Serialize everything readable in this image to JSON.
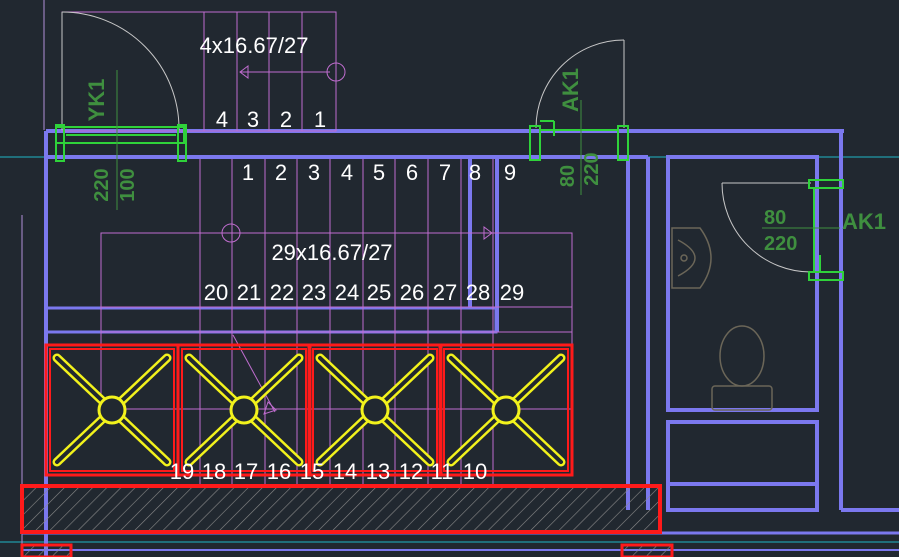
{
  "colors": {
    "background": "#212830",
    "wall": "#7b78ee",
    "stair_lines": "#c06dcf",
    "column_red": "#ff1a1a",
    "column_cross": "#f2f21c",
    "door_green": "#2fd23a",
    "tag_green": "#3f8f3f",
    "door_arc": "#c8c8c8",
    "fixture": "#6b6658",
    "text_white": "#ffffff",
    "axis_cyan": "#1fb6c6"
  },
  "upper_flight": {
    "spec": "4x16.67/27",
    "step_numbers": [
      "4",
      "3",
      "2",
      "1"
    ]
  },
  "middle_flight": {
    "step_numbers": [
      "1",
      "2",
      "3",
      "4",
      "5",
      "6",
      "7",
      "8",
      "9"
    ]
  },
  "main_flight": {
    "spec": "29x16.67/27",
    "step_numbers_top": [
      "20",
      "21",
      "22",
      "23",
      "24",
      "25",
      "26",
      "27",
      "28",
      "29"
    ],
    "step_numbers_bottom": [
      "19",
      "18",
      "17",
      "16",
      "15",
      "14",
      "13",
      "12",
      "11",
      "10"
    ]
  },
  "doors": {
    "yk1": {
      "tag": "YK1",
      "width": "100",
      "height": "220"
    },
    "ak1_top": {
      "tag": "AK1",
      "width": "80",
      "height": "220"
    },
    "ak1_right": {
      "tag": "AK1",
      "width": "80",
      "height": "220"
    }
  },
  "icons": {
    "washbasin": "washbasin-icon",
    "toilet": "toilet-icon",
    "column": "column-cross-icon"
  }
}
